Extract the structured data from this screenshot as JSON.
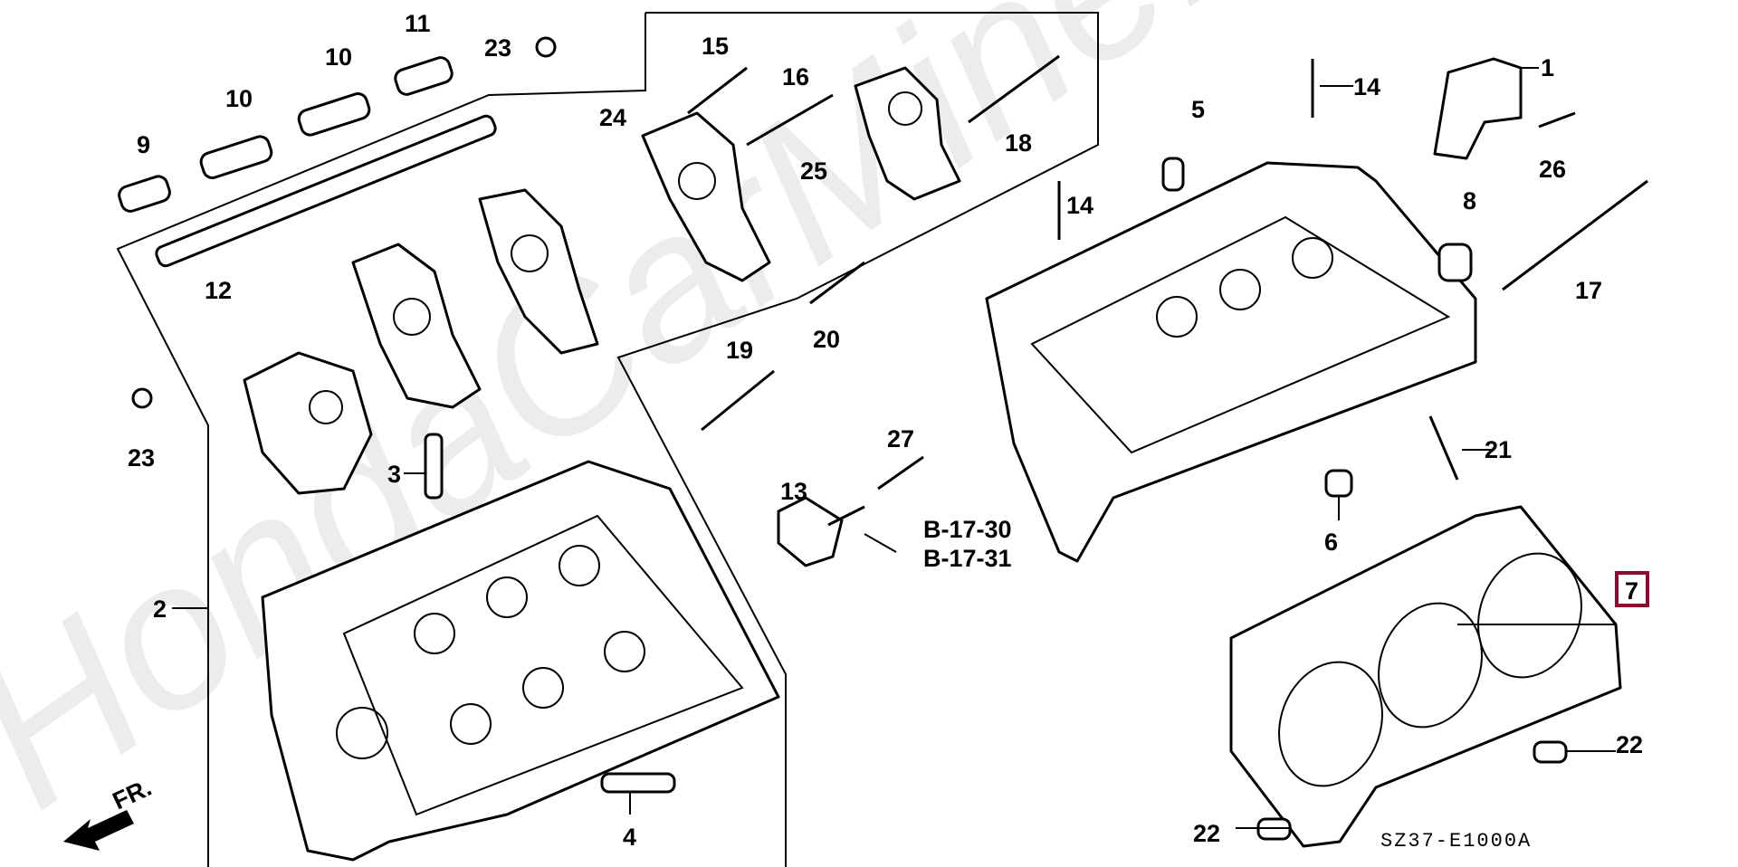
{
  "watermark": "HondaCarMine.ru",
  "diagram_code": "SZ37-E1000A",
  "front_indicator": "FR.",
  "highlight_color": "#8b0a2e",
  "references": [
    "B-17-30",
    "B-17-31"
  ],
  "callouts": {
    "c1": "1",
    "c2": "2",
    "c3": "3",
    "c4": "4",
    "c5": "5",
    "c6": "6",
    "c7": "7",
    "c8": "8",
    "c9": "9",
    "c10a": "10",
    "c10b": "10",
    "c11": "11",
    "c12": "12",
    "c13": "13",
    "c14a": "14",
    "c14b": "14",
    "c15": "15",
    "c16": "16",
    "c17": "17",
    "c18": "18",
    "c19": "19",
    "c20": "20",
    "c21": "21",
    "c22a": "22",
    "c22b": "22",
    "c23a": "23",
    "c23b": "23",
    "c24": "24",
    "c25": "25",
    "c26": "26",
    "c27": "27"
  },
  "highlighted_part": "7"
}
